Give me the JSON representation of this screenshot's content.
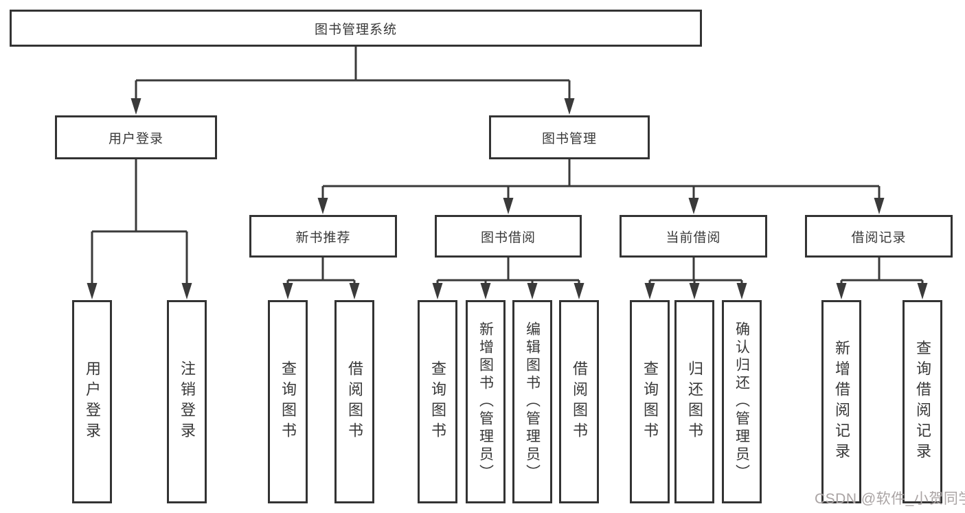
{
  "diagram": {
    "root": "图书管理系统",
    "branches": [
      {
        "label": "用户登录",
        "children": [
          {
            "label": "用户登录"
          },
          {
            "label": "注销登录"
          }
        ]
      },
      {
        "label": "图书管理",
        "children": [
          {
            "label": "新书推荐",
            "children": [
              {
                "label": "查询图书"
              },
              {
                "label": "借阅图书"
              }
            ]
          },
          {
            "label": "图书借阅",
            "children": [
              {
                "label": "查询图书"
              },
              {
                "label": "新增图书（管理员）"
              },
              {
                "label": "编辑图书（管理员）"
              },
              {
                "label": "借阅图书"
              }
            ]
          },
          {
            "label": "当前借阅",
            "children": [
              {
                "label": "查询图书"
              },
              {
                "label": "归还图书"
              },
              {
                "label": "确认归还（管理员）"
              }
            ]
          },
          {
            "label": "借阅记录",
            "children": [
              {
                "label": "新增借阅记录"
              },
              {
                "label": "查询借阅记录"
              }
            ]
          }
        ]
      }
    ]
  },
  "watermark": {
    "text": "CSDN @软件_小贺同学"
  },
  "colors": {
    "line": "#3a3a3a",
    "border": "#333333",
    "text": "#383838",
    "watermark": "#aaa4a4",
    "background": "#ffffff"
  }
}
